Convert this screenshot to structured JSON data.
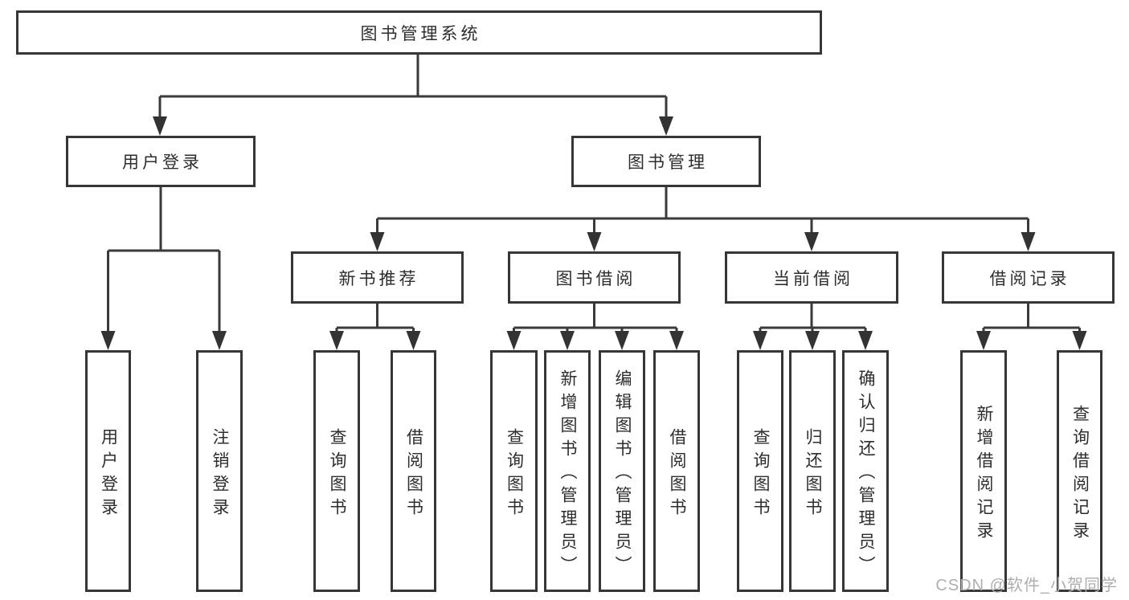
{
  "diagram": {
    "title": "图书管理系统",
    "watermark": "CSDN @软件_小贺同学"
  },
  "nodes": {
    "root": {
      "label": "图书管理系统"
    },
    "user_login": {
      "label": "用户登录"
    },
    "book_mgmt": {
      "label": "图书管理"
    },
    "new_book_rec": {
      "label": "新书推荐"
    },
    "book_borrow": {
      "label": "图书借阅"
    },
    "current_borrow": {
      "label": "当前借阅"
    },
    "borrow_records": {
      "label": "借阅记录"
    },
    "login_leaf": {
      "label": "用户登录"
    },
    "logout_leaf": {
      "label": "注销登录"
    },
    "rec_query_book": {
      "label": "查询图书"
    },
    "rec_borrow_book": {
      "label": "借阅图书"
    },
    "bb_query_book": {
      "label": "查询图书"
    },
    "bb_add_book": {
      "label": "新增图书（管理员）"
    },
    "bb_edit_book": {
      "label": "编辑图书（管理员）"
    },
    "bb_borrow_book": {
      "label": "借阅图书"
    },
    "cb_query_book": {
      "label": "查询图书"
    },
    "cb_return_book": {
      "label": "归还图书"
    },
    "cb_confirm_return": {
      "label": "确认归还（管理员）"
    },
    "br_add_record": {
      "label": "新增借阅记录"
    },
    "br_query_record": {
      "label": "查询借阅记录"
    }
  },
  "hierarchy": {
    "root": [
      "user_login",
      "book_mgmt"
    ],
    "user_login": [
      "login_leaf",
      "logout_leaf"
    ],
    "book_mgmt": [
      "new_book_rec",
      "book_borrow",
      "current_borrow",
      "borrow_records"
    ],
    "new_book_rec": [
      "rec_query_book",
      "rec_borrow_book"
    ],
    "book_borrow": [
      "bb_query_book",
      "bb_add_book",
      "bb_edit_book",
      "bb_borrow_book"
    ],
    "current_borrow": [
      "cb_query_book",
      "cb_return_book",
      "cb_confirm_return"
    ],
    "borrow_records": [
      "br_add_record",
      "br_query_record"
    ]
  },
  "colors": {
    "background": "#ffffff",
    "box_fill": "#ffffff",
    "box_border": "#363636",
    "line": "#3a3a3a",
    "arrow": "#333333",
    "text": "#2d2d2d",
    "watermark": "#aeaeae"
  }
}
